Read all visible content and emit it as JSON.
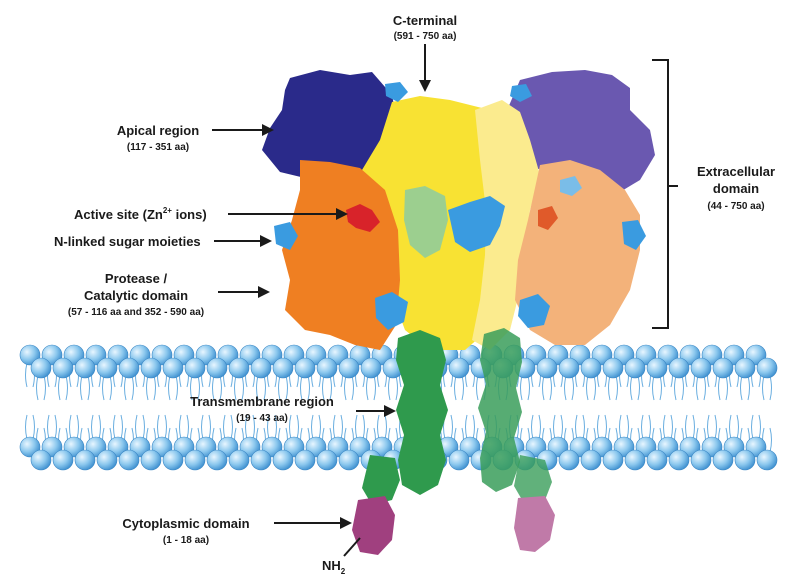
{
  "labels": {
    "c_terminal": {
      "title": "C-terminal",
      "range": "(591 - 750 aa)"
    },
    "apical": {
      "title": "Apical region",
      "range": "(117 - 351 aa)"
    },
    "active_site": {
      "title_prefix": "Active site (Zn",
      "superscript": "2+",
      "title_suffix": " ions)"
    },
    "n_linked": {
      "title": "N-linked sugar moieties"
    },
    "protease": {
      "line1": "Protease /",
      "line2": "Catalytic domain",
      "range": "(57 - 116 aa and 352 - 590 aa)"
    },
    "transmembrane": {
      "title": "Transmembrane region",
      "range": "(19 - 43 aa)"
    },
    "cytoplasmic": {
      "title": "Cytoplasmic domain",
      "range": "(1 - 18 aa)"
    },
    "extracellular": {
      "line1": "Extracellular",
      "line2": "domain",
      "range": "(44 - 750 aa)"
    },
    "nh2": {
      "main": "NH",
      "sub": "2"
    }
  },
  "colors": {
    "apical_left": "#2a2a8a",
    "apical_right": "#6a58b0",
    "protease_left": "#ef7f22",
    "protease_right": "#f3b27a",
    "c_terminal_left": "#f8e233",
    "c_terminal_right": "#fbeb8e",
    "sugar": "#3a9be0",
    "active_site": "#d8232a",
    "transmembrane": "#2f9a4d",
    "cytoplasmic": "#a0407f",
    "lipid_head": "#8cc8ee",
    "lipid_tail": "#6aaee0"
  }
}
